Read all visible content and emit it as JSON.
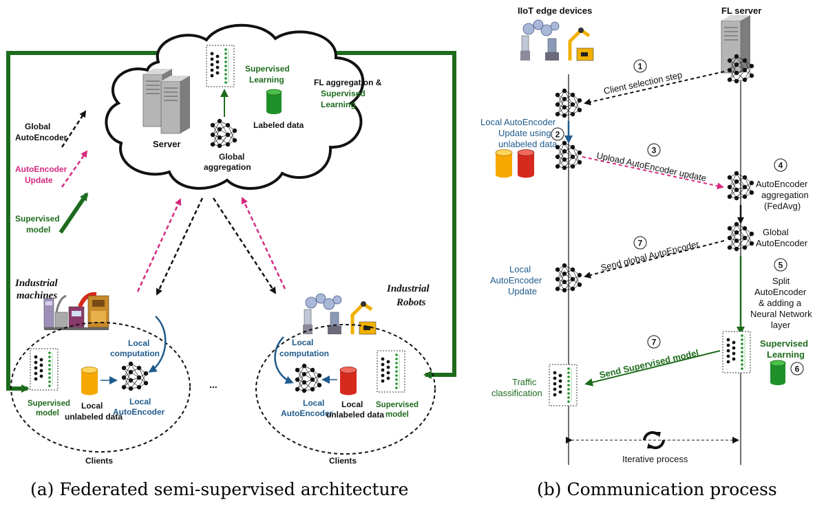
{
  "colors": {
    "green": "#1e6b1e",
    "dark_green": "#2a7d1f",
    "black": "#111111",
    "pink": "#d6287f",
    "blue": "#1f5a8c",
    "orange": "#f7a800",
    "red": "#d62a1e",
    "db_green": "#1f8f2a"
  },
  "icons": [
    "server-icon",
    "neural-network-icon",
    "database-icon",
    "cloud-icon",
    "industrial-machines-icon",
    "industrial-robots-icon",
    "refresh-icon"
  ],
  "left": {
    "caption": "(a) Federated semi-supervised architecture",
    "cloud": {
      "server": "Server",
      "global_aggregation": [
        "Global",
        "aggregation"
      ],
      "supervised_learning": [
        "Supervised",
        "Learning"
      ],
      "labeled_data": "Labeled data",
      "fl_aggregation": [
        "FL aggregation &",
        "Supervised",
        "Learning"
      ]
    },
    "legend": {
      "global_autoencoder": [
        "Global",
        "AutoEncoder"
      ],
      "autoencoder_update": [
        "AutoEncoder",
        "Update"
      ],
      "supervised_model": [
        "Supervised",
        "model"
      ]
    },
    "industrial_machines": [
      "Industrial",
      "machines"
    ],
    "industrial_robots": [
      "Industrial",
      "Robots"
    ],
    "client_left": {
      "local_computation": [
        "Local",
        "computation"
      ],
      "supervised_model": [
        "Supervised",
        "model"
      ],
      "local_data": [
        "Local",
        "unlabeled data"
      ],
      "local_autoencoder": [
        "Local",
        "AutoEncoder"
      ],
      "clients": "Clients"
    },
    "client_right": {
      "local_computation": [
        "Local",
        "computation"
      ],
      "local_autoencoder": [
        "Local",
        "AutoEncoder"
      ],
      "local_data": [
        "Local",
        "unlabeled data"
      ],
      "supervised_model": [
        "Supervised",
        "model"
      ],
      "clients": "Clients"
    },
    "ellipsis": "..."
  },
  "right": {
    "caption": "(b) Communication process",
    "header_devices": "IIoT edge devices",
    "header_server": "FL server",
    "steps": {
      "s1": {
        "num": "1",
        "label": "Client selection step"
      },
      "s2": {
        "num": "2",
        "label": [
          "Local AutoEncoder",
          "Update using",
          "unlabeled data"
        ]
      },
      "s3": {
        "num": "3",
        "label": "Upload AutoEncoder update"
      },
      "s4": {
        "num": "4",
        "label": [
          "AutoEncoder",
          "aggregation",
          "(FedAvg)"
        ]
      },
      "global_ae": [
        "Global",
        "AutoEncoder"
      ],
      "s7a": {
        "num": "7",
        "label": "Send global AutoEncoder"
      },
      "local_ae_update": [
        "Local",
        "AutoEncoder",
        "Update"
      ],
      "s5": {
        "num": "5",
        "label": [
          "Split",
          "AutoEncoder",
          "& adding a",
          "Neural Network",
          "layer"
        ]
      },
      "s7b": {
        "num": "7",
        "label": "Send Supervised model"
      },
      "supervised_learning": [
        "Supervised",
        "Learning"
      ],
      "s6": {
        "num": "6"
      },
      "traffic": [
        "Traffic",
        "classification"
      ],
      "iterative": "Iterative process"
    }
  }
}
